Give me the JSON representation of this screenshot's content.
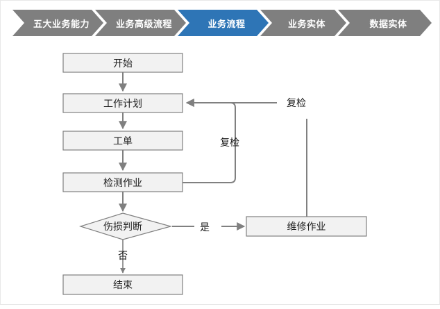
{
  "breadcrumb": {
    "items": [
      {
        "label": "五大业务能力",
        "active": false
      },
      {
        "label": "业务高级流程",
        "active": false
      },
      {
        "label": "业务流程",
        "active": true
      },
      {
        "label": "业务实体",
        "active": false
      },
      {
        "label": "数据实体",
        "active": false
      }
    ],
    "inactive_color": "#7f7f7f",
    "active_color": "#2e75b6",
    "text_color": "#ffffff"
  },
  "flowchart": {
    "title": "业务流程",
    "node_fill": "#f2f2f2",
    "node_stroke": "#808080",
    "connector_color": "#808080",
    "nodes": [
      {
        "id": "start",
        "label": "开始",
        "shape": "rect"
      },
      {
        "id": "work-plan",
        "label": "工作计划",
        "shape": "rect"
      },
      {
        "id": "work-order",
        "label": "工单",
        "shape": "rect"
      },
      {
        "id": "inspection",
        "label": "检测作业",
        "shape": "rect"
      },
      {
        "id": "decision",
        "label": "伤损判断",
        "shape": "diamond"
      },
      {
        "id": "repair",
        "label": "维修作业",
        "shape": "rect"
      },
      {
        "id": "end",
        "label": "结束",
        "shape": "rect"
      }
    ],
    "edge_labels": {
      "recheck_inner": "复检",
      "recheck_outer": "复检",
      "yes": "是",
      "no": "否"
    }
  }
}
